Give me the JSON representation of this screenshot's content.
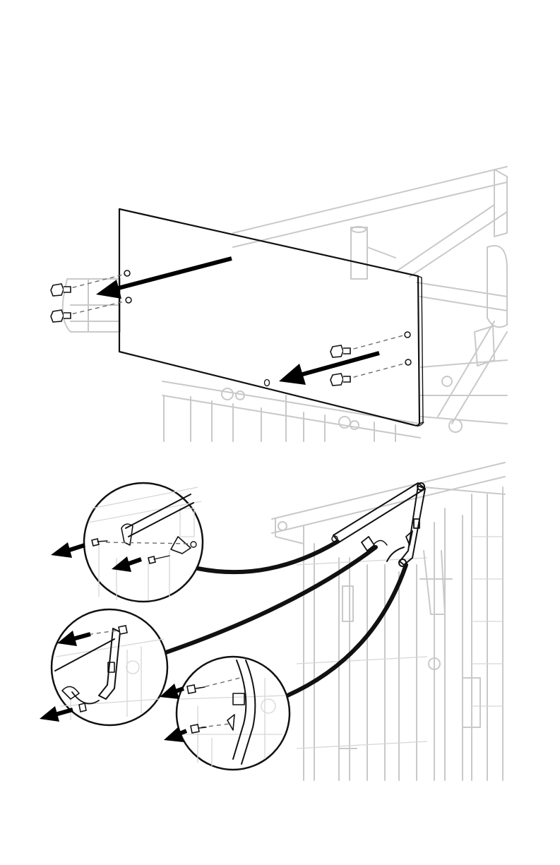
{
  "figures": [
    {
      "id": "fig1",
      "subject": "cover-panel-removal",
      "arrow_count": 2,
      "screw_count": 4
    },
    {
      "id": "fig2",
      "subject": "linkage-arm-pin-removal",
      "detail_callouts": 3,
      "arrow_count": 6
    }
  ],
  "colors": {
    "ink": "#111111",
    "ghost": "#c9c9c9",
    "arrow": "#000000",
    "background": "#ffffff"
  }
}
